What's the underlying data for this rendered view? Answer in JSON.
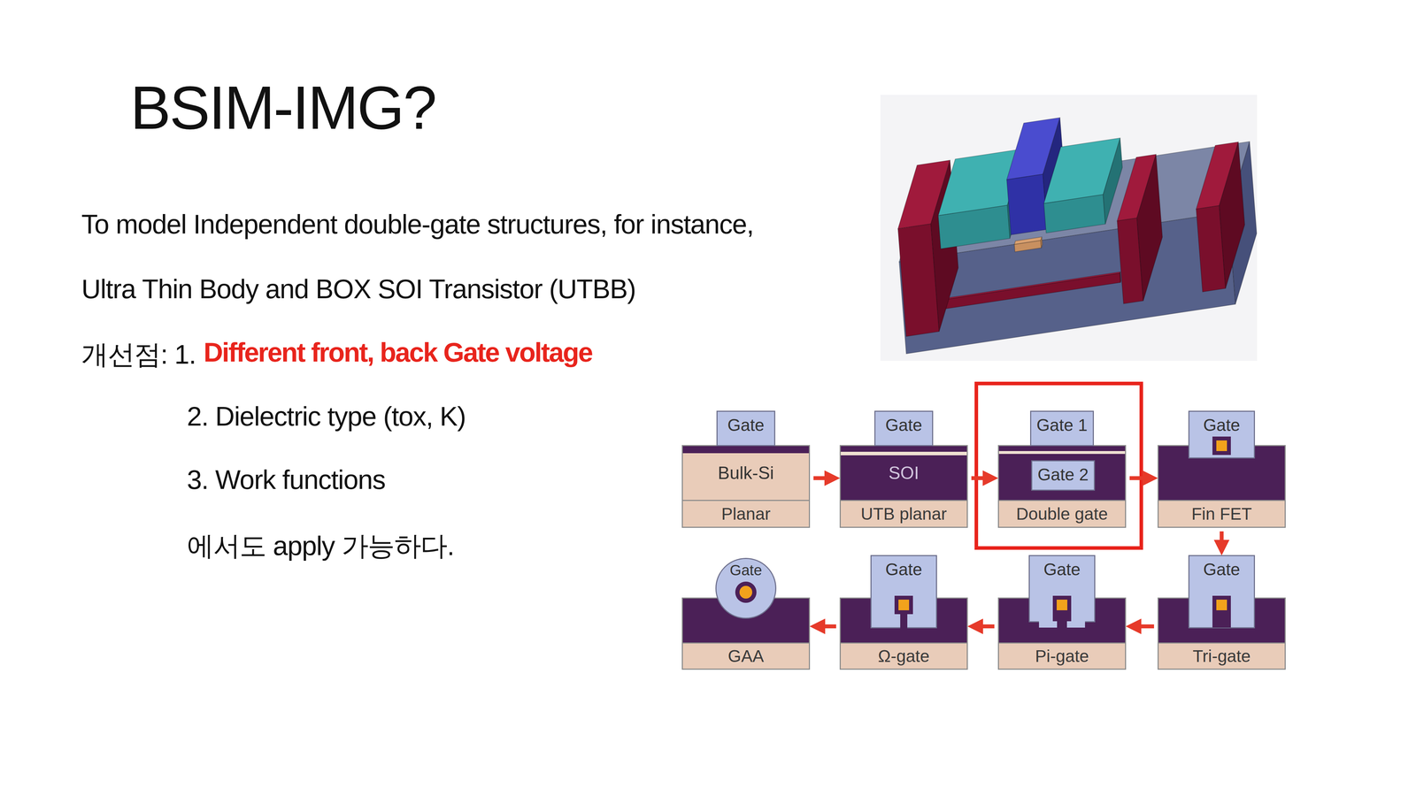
{
  "diagram": {
    "title": "BSIM-IMG?",
    "nodes": [
      {
        "text": [
          "Gate"
        ]
      },
      {
        "text": [
          "Bulk-Si",
          "Planar"
        ]
      },
      {
        "text": [
          "Gate"
        ]
      },
      {
        "text": [
          "SOI",
          "UTB planar"
        ]
      },
      {
        "text": [
          "Gate 1"
        ]
      },
      {
        "text": [
          "Double gate"
        ]
      },
      {
        "text": [
          "Gate 2"
        ],
        "in": 5
      },
      {
        "text": [
          "Gate"
        ]
      },
      {
        "text": [
          "Fin FET"
        ]
      },
      {
        "text": [
          "Gate"
        ]
      },
      {
        "text": [
          "GAA"
        ]
      },
      {
        "text": [
          "Gate"
        ]
      },
      {
        "text": [
          "Ω-gate"
        ]
      },
      {
        "text": [
          "Gate"
        ]
      },
      {
        "text": [
          "Pi-gate"
        ]
      },
      {
        "text": [
          "Gate"
        ]
      },
      {
        "text": [
          "Tri-gate"
        ]
      }
    ],
    "edges": [
      {
        "from": 1,
        "to": 3,
        "arrow": "to"
      },
      {
        "from": 3,
        "to": 5,
        "arrow": "to"
      },
      {
        "from": 5,
        "to": 8,
        "arrow": "to"
      },
      {
        "from": 8,
        "to": 15,
        "arrow": "to"
      },
      {
        "from": 16,
        "to": 14,
        "arrow": "to"
      },
      {
        "from": 14,
        "to": 12,
        "arrow": "to"
      },
      {
        "from": 12,
        "to": 10,
        "arrow": "to"
      }
    ],
    "labels": [
      "To model Independent double-gate structures, for instance,",
      "Ultra Thin Body and BOX SOI Transistor (UTBB)",
      "개선점: 1.",
      "Different front, back Gate voltage",
      "2. Dielectric type (tox, K)",
      "3. Work functions",
      "에서도 apply 가능하다."
    ]
  }
}
